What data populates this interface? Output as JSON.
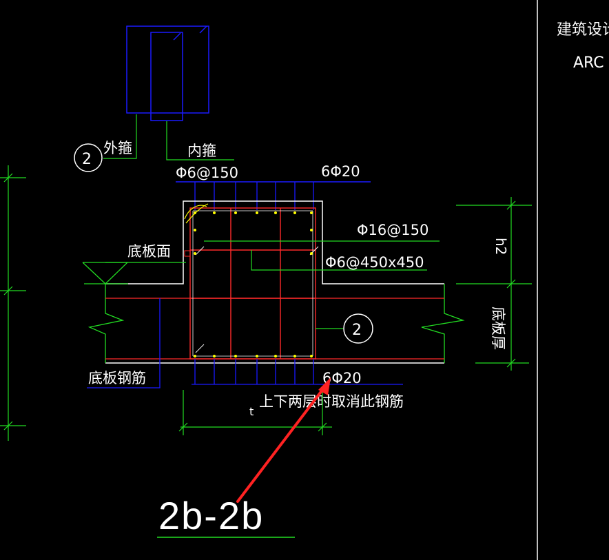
{
  "title_block": {
    "line1": "建筑设计计",
    "line2": "ARC"
  },
  "labels": {
    "outer_stirrup": "外箍",
    "inner_stirrup": "内箍",
    "stirrup_spec": "Φ6@150",
    "top_bars": "6Φ20",
    "slab_face": "底板面",
    "side_bars": "Φ16@150",
    "tie_bars": "Φ6@450x450",
    "bottom_bars": "6Φ20",
    "slab_rebar": "底板钢筋",
    "note": "上下两层时取消此钢筋",
    "dim_h2": "h2",
    "dim_slab_thickness": "底板厚",
    "callout_2a": "2",
    "callout_2b": "2",
    "section_title": "2b-2b",
    "small_t": "t"
  },
  "colors": {
    "background": "#000000",
    "concrete": "#ffffff",
    "rebar_main": "#ff2a2a",
    "rebar_blue": "#1a1aff",
    "dimension": "#22dd22",
    "dot": "#ffff00",
    "arrow": "#ff2222"
  }
}
